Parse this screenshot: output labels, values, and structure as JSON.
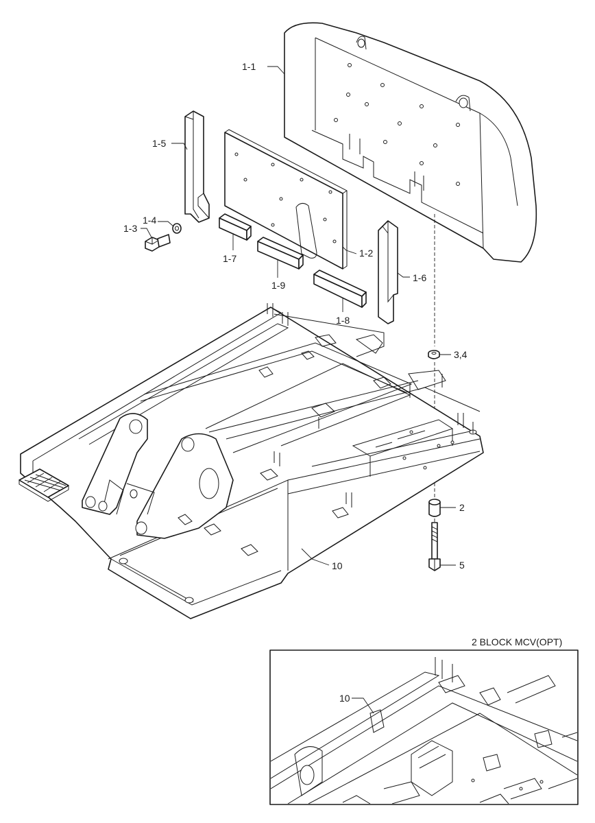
{
  "labels": {
    "p1_1": "1-1",
    "p1_2": "1-2",
    "p1_3": "1-3",
    "p1_4": "1-4",
    "p1_5": "1-5",
    "p1_6": "1-6",
    "p1_7": "1-7",
    "p1_8": "1-8",
    "p1_9": "1-9",
    "p2": "2",
    "p3_4": "3,4",
    "p5": "5",
    "p10": "10"
  },
  "inset": {
    "title": "2 BLOCK MCV(OPT)",
    "label_10": "10"
  }
}
